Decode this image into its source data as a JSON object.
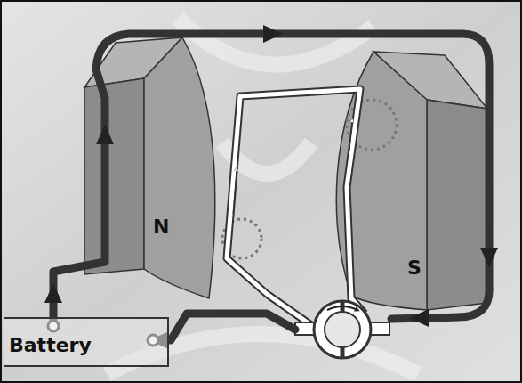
{
  "diagram": {
    "nodes": [
      {
        "text": [
          "Battery"
        ]
      }
    ],
    "labels": [
      "N",
      "S"
    ]
  }
}
